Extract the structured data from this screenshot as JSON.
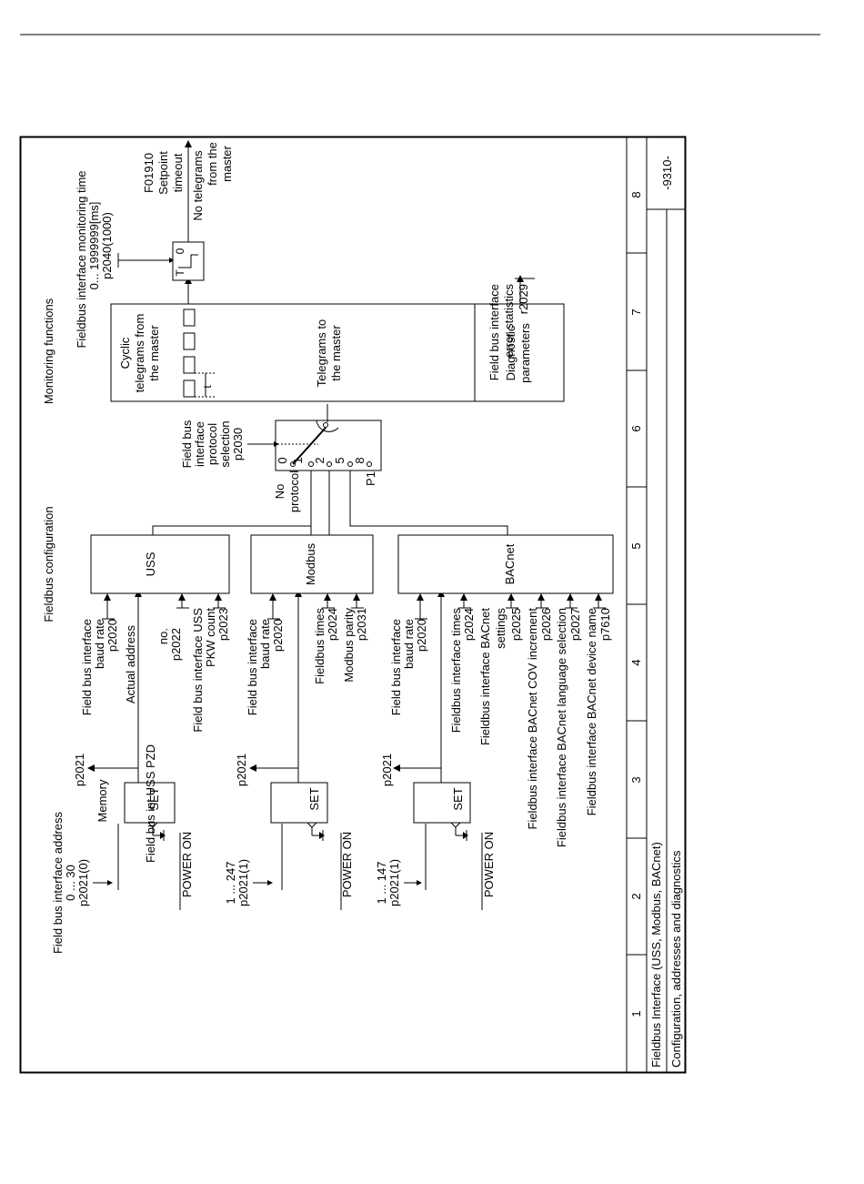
{
  "page": {
    "sheet_number": "-9310-",
    "title": "Fieldbus Interface (USS, Modbus, BACnet)",
    "subtitle": "Configuration, addresses and diagnostics"
  },
  "grid_columns": [
    "1",
    "2",
    "3",
    "4",
    "5",
    "6",
    "7",
    "8"
  ],
  "sections": {
    "fieldbus_configuration": "Fieldbus configuration",
    "monitoring_functions": "Monitoring functions"
  },
  "uss": {
    "block_label": "USS",
    "address_title": "Field bus interface address",
    "address_range": "0 ... 30",
    "address_param": "p2021(0)",
    "memory_label": "Memory",
    "set_label": "SET",
    "power_on": "POWER ON",
    "p2021_out": "p2021",
    "actual_address": "Actual address",
    "inputs": [
      {
        "line1": "Field bus interface",
        "line2": "baud rate",
        "param": "p2020"
      },
      {
        "line1": "Field bus int USS PZD",
        "line2": "no.",
        "param": "p2022"
      },
      {
        "line1": "Field bus interface USS",
        "line2": "PKW count",
        "param": "p2023"
      }
    ]
  },
  "modbus": {
    "block_label": "Modbus",
    "address_range": "1 ... 247",
    "address_param": "p2021(1)",
    "set_label": "SET",
    "power_on": "POWER ON",
    "p2021_out": "p2021",
    "inputs": [
      {
        "line1": "Field bus interface",
        "line2": "baud rate",
        "param": "p2020"
      },
      {
        "line1": "Fieldbus times",
        "param": "p2024"
      },
      {
        "line1": "Modbus parity",
        "param": "p2031"
      }
    ]
  },
  "bacnet": {
    "block_label": "BACnet",
    "address_range": "1 ... 147",
    "address_param": "p2021(1)",
    "set_label": "SET",
    "power_on": "POWER ON",
    "p2021_out": "p2021",
    "inputs": [
      {
        "line1": "Field bus interface",
        "line2": "baud rate",
        "param": "p2020"
      },
      {
        "line1": "Fieldbus interface times",
        "param": "p2024"
      },
      {
        "line1": "Fieldbus interface BACnet",
        "line2": "settings",
        "param": "p2025"
      },
      {
        "line1": "Fieldbus interface BACnet COV increment",
        "param": "p2026"
      },
      {
        "line1": "Fieldbus interface BACnet language selection",
        "param": "p2027"
      },
      {
        "line1": "Fieldbus interface BACnet device name",
        "param": "p7610"
      }
    ]
  },
  "protocol_selector": {
    "title_lines": [
      "Field bus",
      "interface",
      "protocol",
      "selection"
    ],
    "param": "p2030",
    "positions": [
      "0",
      "1",
      "2",
      "5",
      "8"
    ],
    "no_protocol_1": "No",
    "no_protocol_2": "protocol",
    "p1": "P1"
  },
  "telegrams": {
    "cyclic_lines": [
      "Cyclic",
      "telegrams from",
      "the master"
    ],
    "to_master_lines": [
      "Telegrams to",
      "the master"
    ],
    "t_label": "t",
    "diagnostic_lines": [
      "Diagnostic",
      "parameters"
    ]
  },
  "monitoring": {
    "title": "Fieldbus interface monitoring time",
    "range": "0... 1999999[ms]",
    "param": "p2040(1000)",
    "timer_t": "T",
    "timer_0": "0",
    "fault_lines": [
      "F01910",
      "Setpoint",
      "timeout"
    ],
    "no_telegram_lines": [
      "No telegrams",
      "from the",
      "master"
    ]
  },
  "diagnostics": {
    "lines": [
      "Field bus interface",
      "error statistics"
    ],
    "param": "r2029"
  }
}
